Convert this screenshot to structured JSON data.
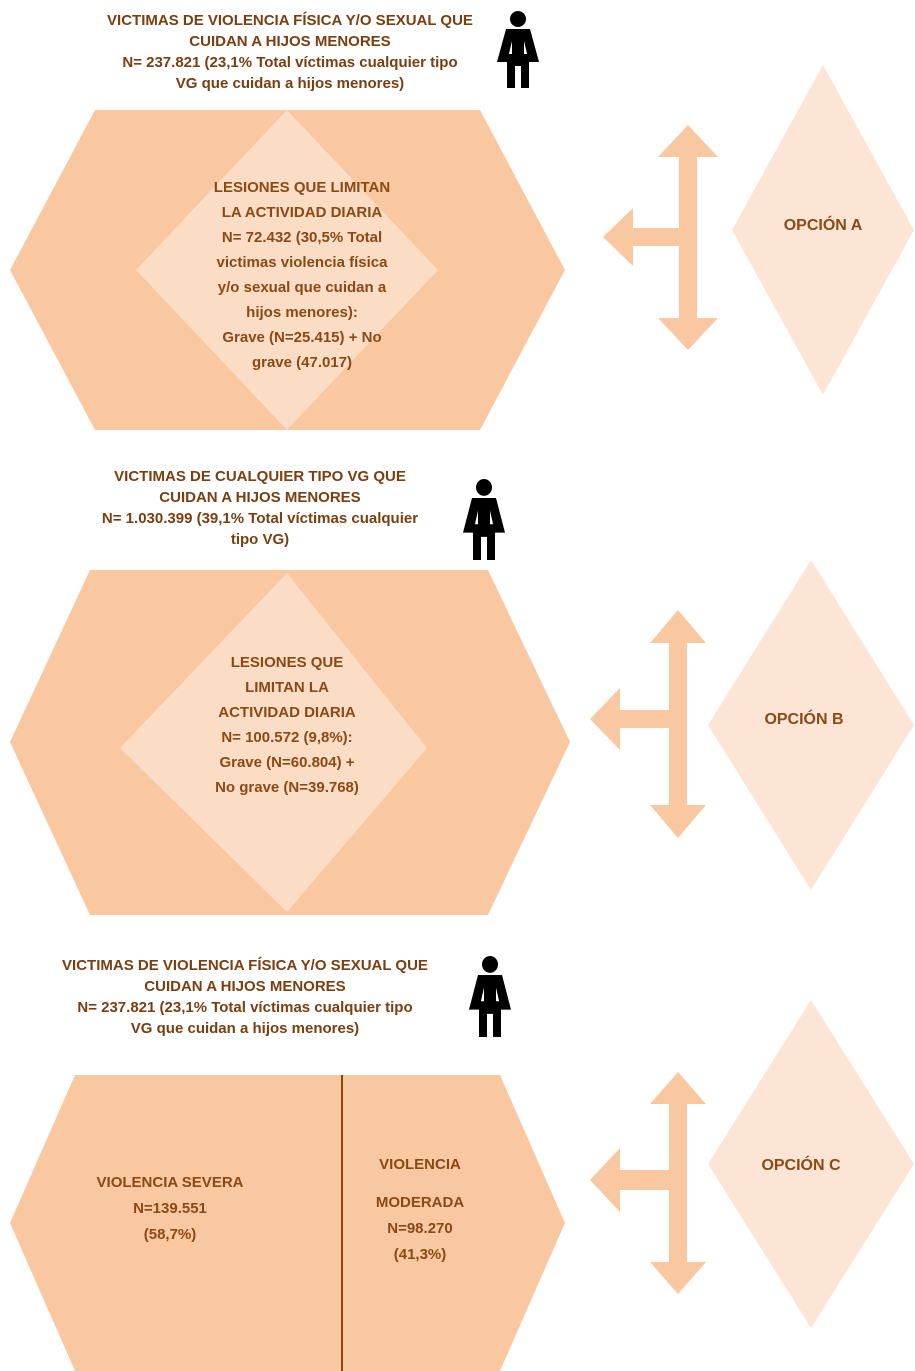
{
  "colors": {
    "hexagon": "#f9c8a0",
    "inner_diamond": "#fbdcc4",
    "option_diamond": "#fde5d5",
    "arrow": "#f9c8a0",
    "text": "#8a4a16",
    "divider": "#8b4513",
    "icon": "#000000"
  },
  "section_a": {
    "title_lines": [
      "VICTIMAS DE VIOLENCIA FÍSICA Y/O SEXUAL QUE",
      "CUIDAN A HIJOS MENORES",
      "N= 237.821 (23,1% Total víctimas cualquier tipo",
      "VG que cuidan a hijos menores)"
    ],
    "inner_lines": [
      "LESIONES QUE LIMITAN",
      "LA ACTIVIDAD DIARIA",
      "N= 72.432 (30,5% Total",
      "victimas violencia física",
      "y/o sexual que cuidan a",
      "hijos menores):",
      "Grave (N=25.415) + No",
      "grave (47.017)"
    ],
    "option_label": "OPCIÓN A",
    "icon": "woman-icon"
  },
  "section_b": {
    "title_lines": [
      "VICTIMAS DE CUALQUIER TIPO  VG QUE",
      "CUIDAN A HIJOS MENORES",
      "N= 1.030.399 (39,1% Total víctimas cualquier",
      "tipo VG)"
    ],
    "inner_lines": [
      "LESIONES QUE",
      "LIMITAN LA",
      "ACTIVIDAD DIARIA",
      "N= 100.572 (9,8%):",
      "Grave (N=60.804) +",
      "No grave (N=39.768)"
    ],
    "option_label": "OPCIÓN B",
    "icon": "woman-icon"
  },
  "section_c": {
    "title_lines": [
      "VICTIMAS DE VIOLENCIA FÍSICA Y/O SEXUAL QUE",
      "CUIDAN A HIJOS MENORES",
      "N= 237.821 (23,1% Total víctimas cualquier tipo",
      "VG que cuidan a hijos menores)"
    ],
    "left_lines": [
      "VIOLENCIA SEVERA",
      "N=139.551",
      "(58,7%)"
    ],
    "right_lines": [
      "VIOLENCIA",
      "MODERADA",
      "N=98.270",
      "(41,3%)"
    ],
    "option_label": "OPCIÓN C",
    "icon": "woman-icon"
  }
}
